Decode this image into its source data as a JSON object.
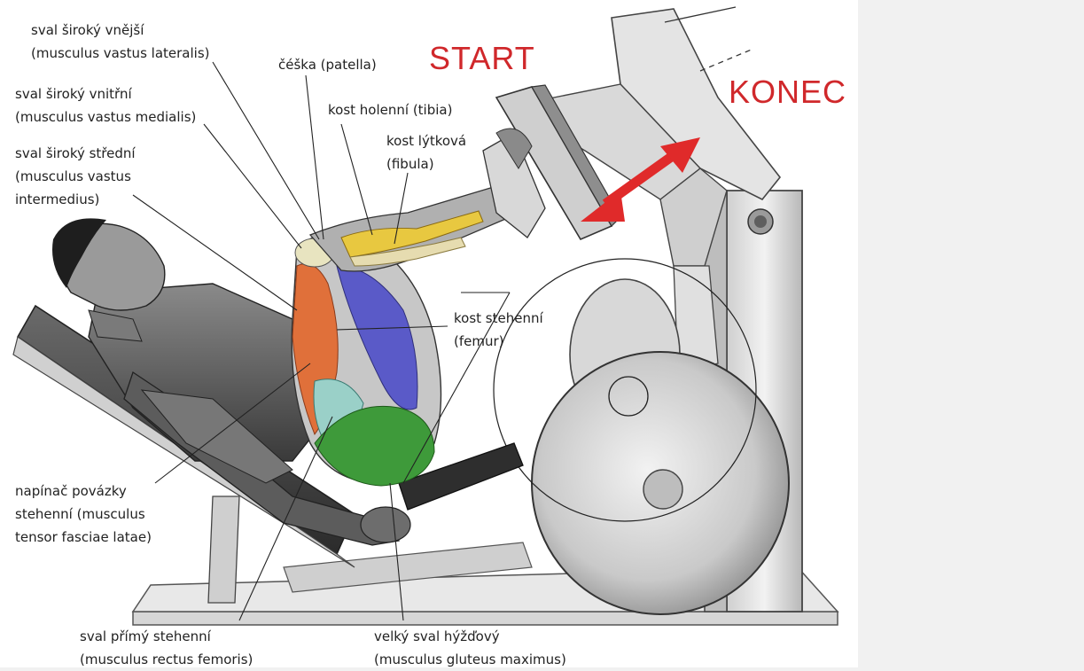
{
  "image": {
    "description_type": "anatomical illustration of a leg press exercise with labeled muscles and bones",
    "colors": {
      "panel": "#ffffff",
      "side_margin": "#f1f1f1",
      "label_red": "#d0282b",
      "arrow_red": "#e02a2a",
      "muscle_orange": "#e0703a",
      "muscle_blue": "#5a5ac8",
      "muscle_yellow": "#e8c840",
      "muscle_green": "#3e9a3a",
      "muscle_teal": "#9ad0c8"
    }
  },
  "markers": {
    "start": "START",
    "end": "KONEC"
  },
  "labels": {
    "vastus_lateralis": {
      "line1": "sval široký vnější",
      "line2": "(musculus vastus lateralis)"
    },
    "vastus_medialis": {
      "line1": "sval široký vnitřní",
      "line2": "(musculus vastus medialis)"
    },
    "vastus_intermedius": {
      "line1": "sval široký střední",
      "line2": "(musculus vastus",
      "line3": "intermedius)"
    },
    "patella": {
      "line1": "čéška (patella)"
    },
    "tibia": {
      "line1": "kost holenní (tibia)"
    },
    "fibula": {
      "line1": "kost lýtková",
      "line2": "(fibula)"
    },
    "femur": {
      "line1": "kost stehenní",
      "line2": "(femur)"
    },
    "tensor_fasciae_latae": {
      "line1": "napínač povázky",
      "line2": "stehenní (musculus",
      "line3": "tensor fasciae latae)"
    },
    "rectus_femoris": {
      "line1": "sval přímý stehenní",
      "line2": "(musculus rectus femoris)"
    },
    "gluteus_maximus": {
      "line1": "velký sval hýžďový",
      "line2": "(musculus gluteus maximus)"
    }
  }
}
